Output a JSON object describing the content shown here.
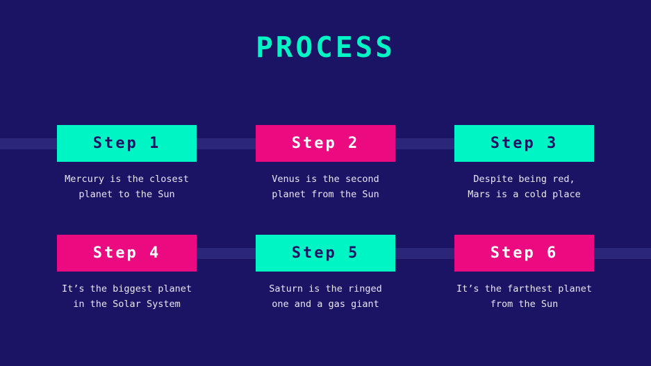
{
  "slide": {
    "title": "PROCESS",
    "background_color": "#1b1464",
    "accent_teal": "#00f5c4",
    "accent_magenta": "#ec0a80",
    "connector_color": "#2b2677",
    "description_color": "#e9e7f7"
  },
  "steps": [
    {
      "label": "Step 1",
      "color": "teal",
      "box_color": "#00f5c4",
      "label_color": "#1b1464",
      "desc_line_1": "Mercury is the closest",
      "desc_line_2": "planet to the Sun"
    },
    {
      "label": "Step 2",
      "color": "magenta",
      "box_color": "#ec0a80",
      "label_color": "#ffffff",
      "desc_line_1": "Venus is the second",
      "desc_line_2": "planet from the Sun"
    },
    {
      "label": "Step 3",
      "color": "teal",
      "box_color": "#00f5c4",
      "label_color": "#1b1464",
      "desc_line_1": "Despite being red,",
      "desc_line_2": "Mars is a cold place"
    },
    {
      "label": "Step 4",
      "color": "magenta",
      "box_color": "#ec0a80",
      "label_color": "#ffffff",
      "desc_line_1": "It’s the biggest planet",
      "desc_line_2": "in the Solar System"
    },
    {
      "label": "Step 5",
      "color": "teal",
      "box_color": "#00f5c4",
      "label_color": "#1b1464",
      "desc_line_1": "Saturn is the ringed",
      "desc_line_2": "one and a gas giant"
    },
    {
      "label": "Step 6",
      "color": "magenta",
      "box_color": "#ec0a80",
      "label_color": "#ffffff",
      "desc_line_1": "It’s the farthest planet",
      "desc_line_2": "from the Sun"
    }
  ]
}
